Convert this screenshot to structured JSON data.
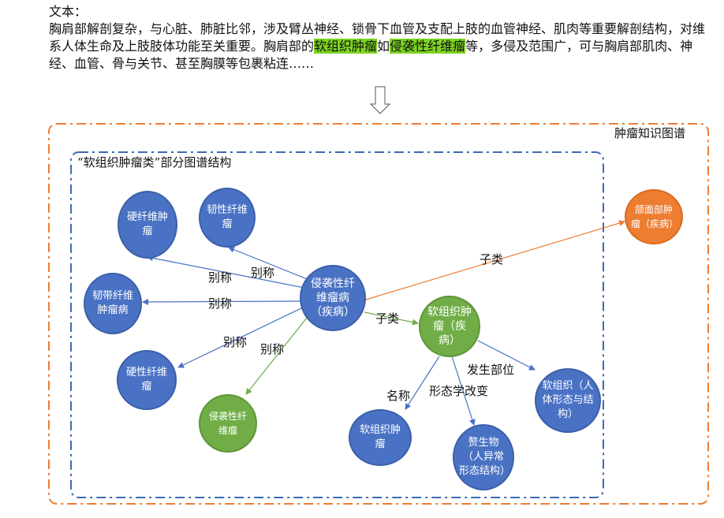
{
  "text": {
    "heading": "文本：",
    "part1": "胸肩部解剖复杂，与心脏、肺脏比邻，涉及臂丛神经、锁骨下血管及支配上肢的血管神经、肌肉等重要解剖结构，对维系人体生命及上肢肢体功能至关重要。胸肩部的",
    "hl1": "软组织肿瘤",
    "part2": "如",
    "hl2": "侵袭性纤维瘤",
    "part3": "等，多侵及范围广，可与胸肩部肌肉、神经、血管、骨与关节、甚至胸膜等包裹粘连……"
  },
  "outer_label": "肿瘤知识图谱",
  "inner_label": "“软组织肿瘤类”部分图谱结构",
  "nodes": {
    "n1": "硬纤维肿瘤",
    "n2": "韧性纤维瘤",
    "n3": "韧带纤维肿瘤病",
    "n4": "侵袭性纤维瘤病（疾病）",
    "n5": "硬性纤维瘤",
    "n6": "侵袭性纤维瘤",
    "n7": "软组织肿瘤（疾病）",
    "n8": "颌面部肿瘤（疾病）",
    "n9": "软组织肿瘤",
    "n10": "赘生物（人异常形态结构）",
    "n11": "软组织（人体形态与结构）"
  },
  "edges": {
    "e1": "别称",
    "e2": "别称",
    "e3": "别称",
    "e4": "别称",
    "e5": "别称",
    "e6": "子类",
    "e7": "子类",
    "e8": "名称",
    "e9": "形态学改变",
    "e10": "发生部位"
  },
  "colors": {
    "blue": "#4a72c4",
    "green": "#70ad47",
    "orange": "#ed7d31"
  }
}
